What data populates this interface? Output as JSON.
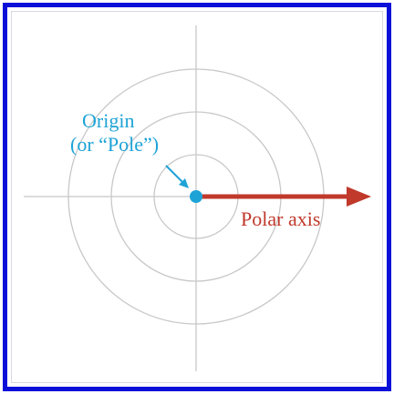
{
  "labels": {
    "origin": "Origin",
    "origin_alt": "(or “Pole”)",
    "polar_axis": "Polar axis"
  },
  "colors": {
    "frame": "#0a10d8",
    "circles": "#c8c8c8",
    "origin": "#1ea3d6",
    "axis": "#c0392b"
  }
}
